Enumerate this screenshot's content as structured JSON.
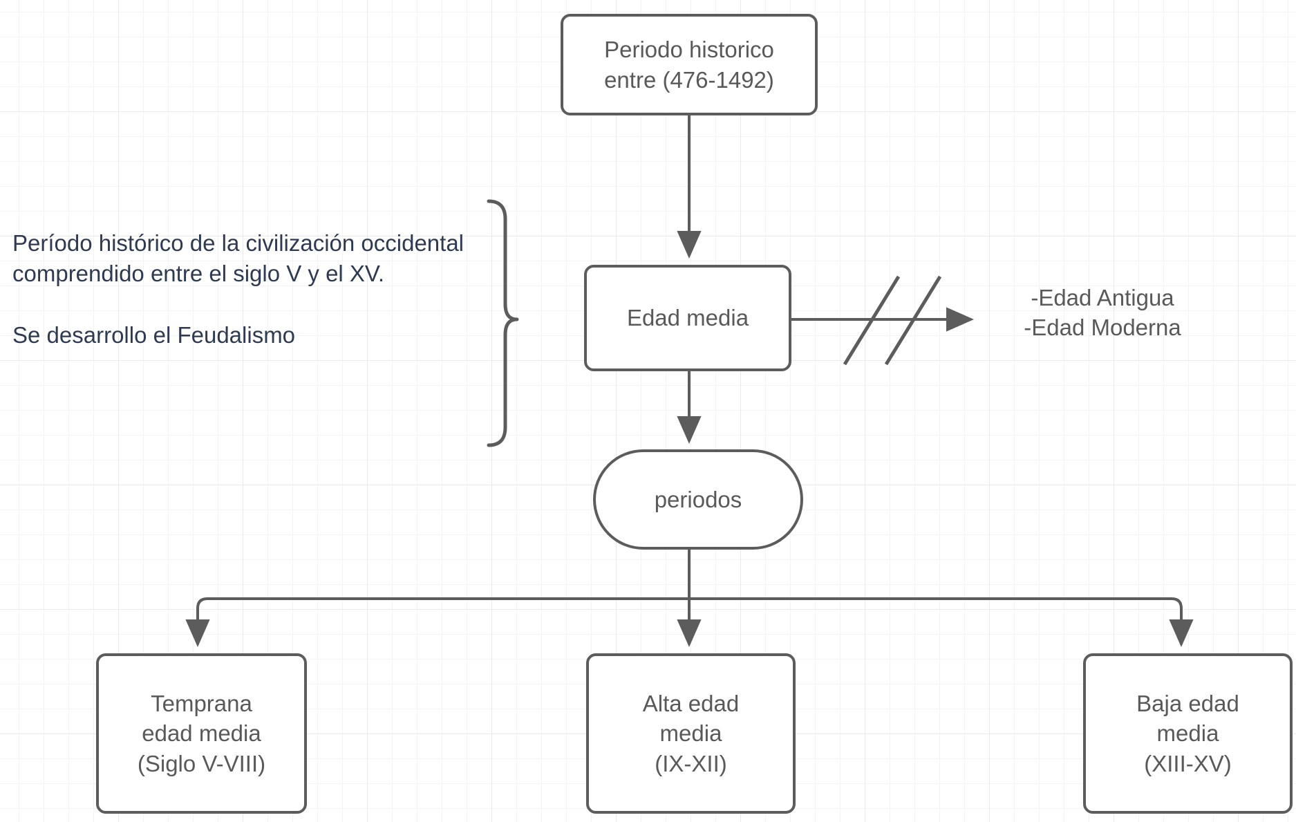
{
  "diagram": {
    "title_node": {
      "label": "Periodo historico\nentre (476-1492)"
    },
    "main_node": {
      "label": "Edad media"
    },
    "group_node": {
      "label": "periodos"
    },
    "side_note": {
      "text": "Período histórico de la civilización occidental comprendido entre el siglo V y el XV.\n\nSe desarrollo el Feudalismo"
    },
    "excluded_label": {
      "text": "-Edad Antigua\n-Edad Moderna"
    },
    "periods": [
      {
        "label": "Temprana\nedad media\n(Siglo V-VIII)"
      },
      {
        "label": "Alta edad\nmedia\n(IX-XII)"
      },
      {
        "label": "Baja edad\nmedia\n(XIII-XV)"
      }
    ],
    "colors": {
      "stroke": "#5c5c5c",
      "node_text": "#595959",
      "note_text": "#2e3a52",
      "grid_minor": "#f4f4f4",
      "grid_major": "#eaeaea",
      "background": "#ffffff"
    }
  }
}
